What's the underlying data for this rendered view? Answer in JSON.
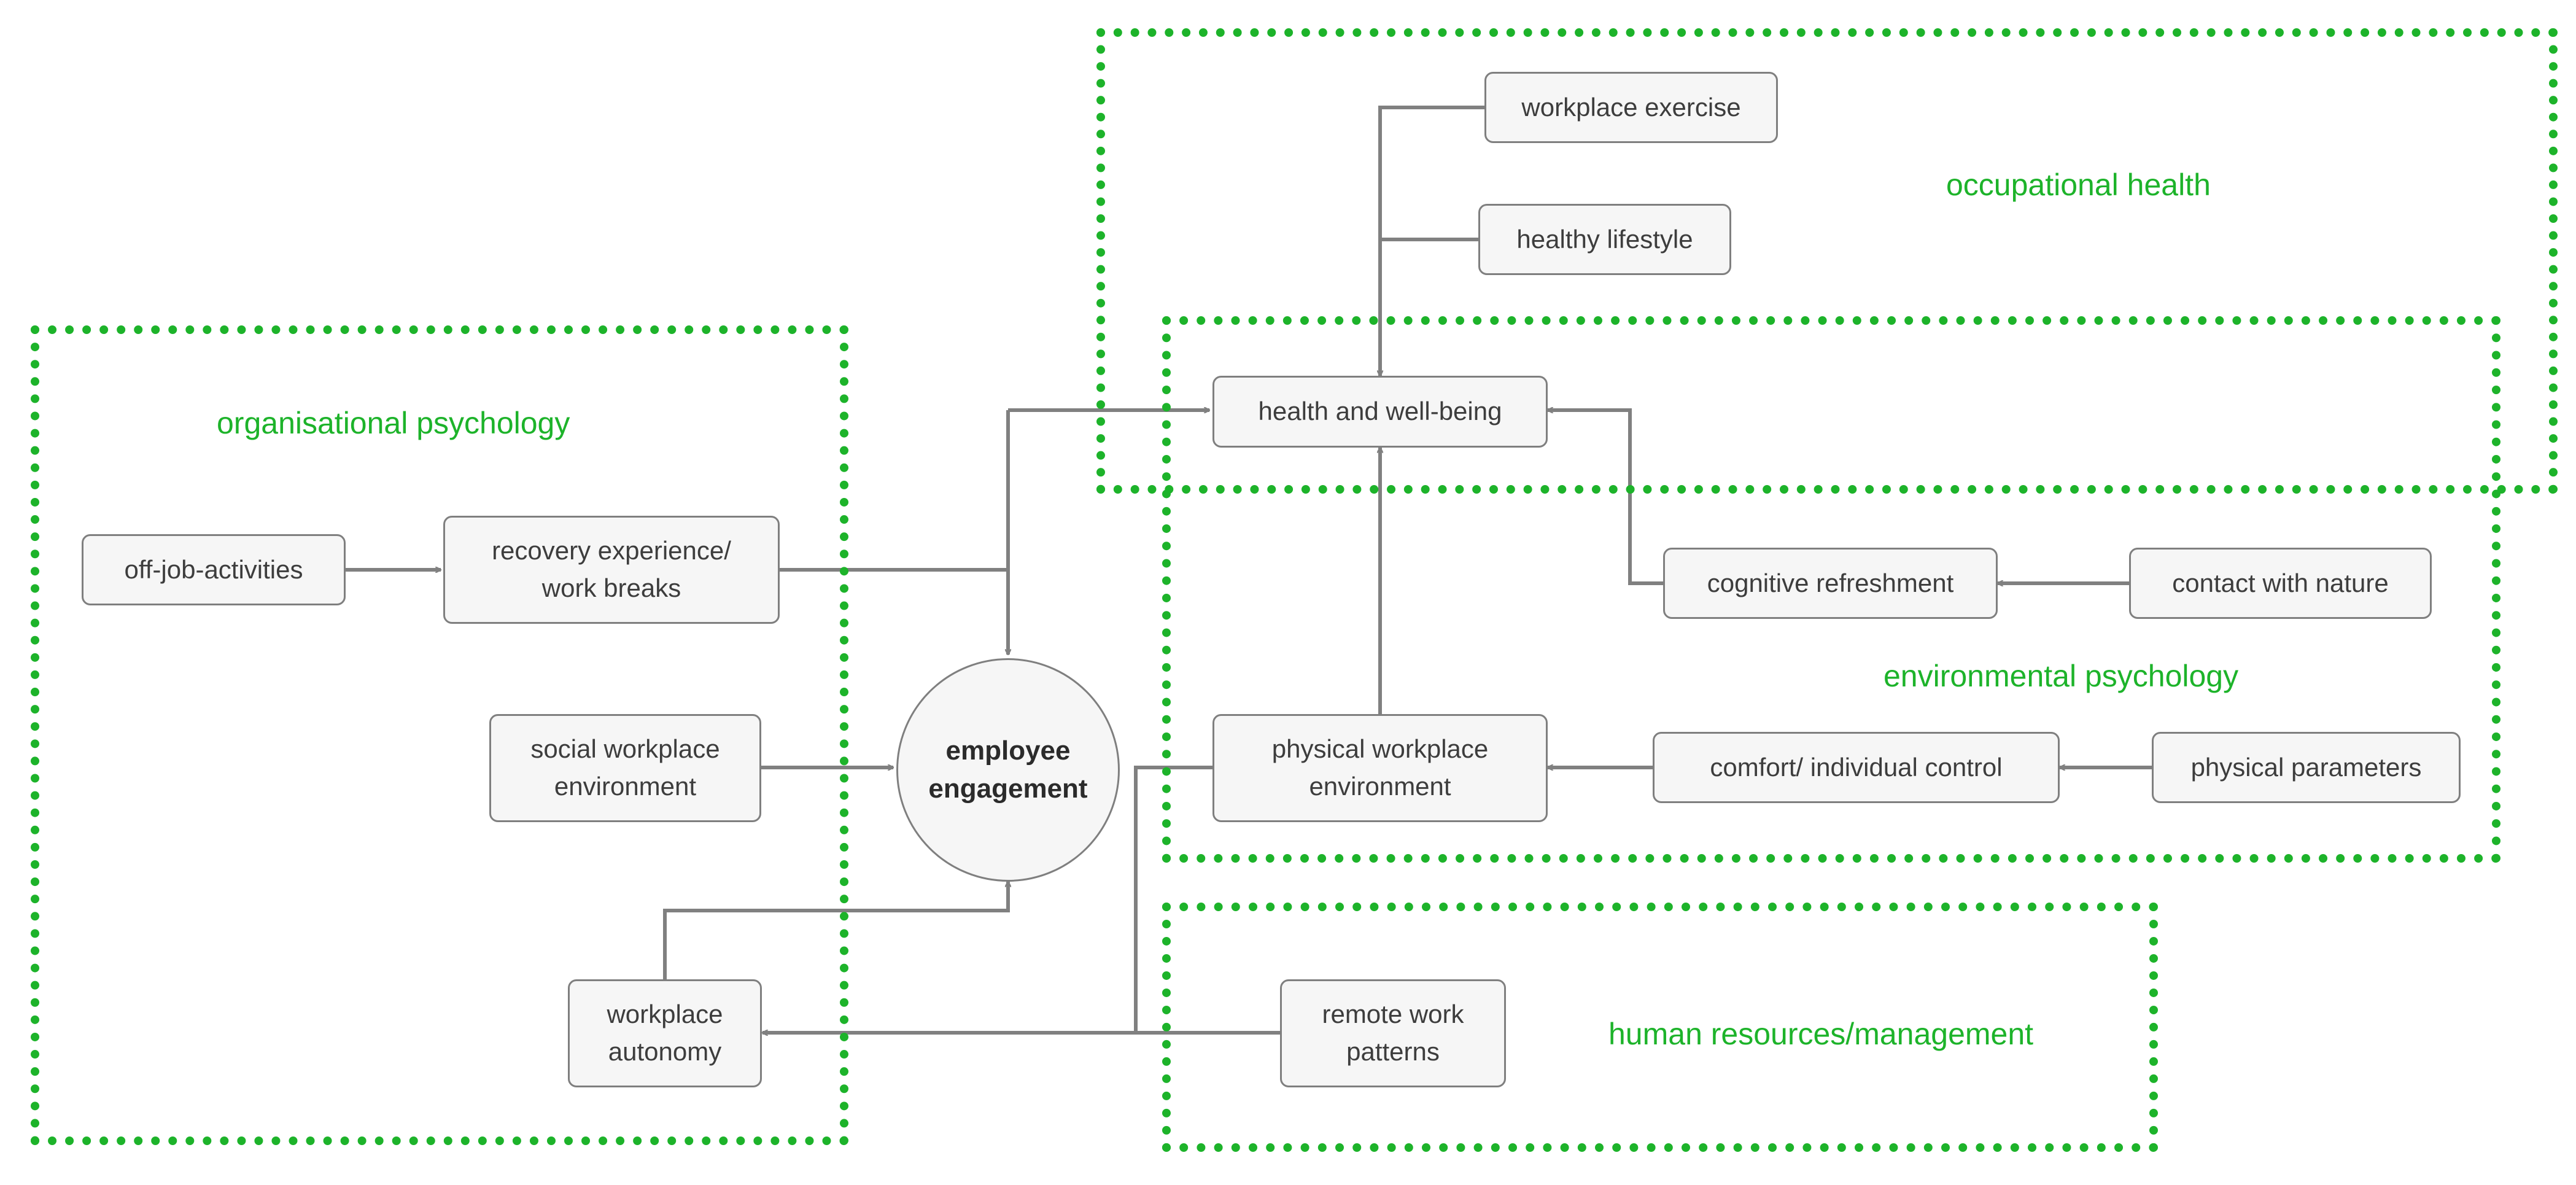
{
  "colors": {
    "zone_border": "#1db32a",
    "zone_label": "#1db32a",
    "connector": "#808080",
    "node_fill": "#f6f6f6",
    "node_border": "#7f7f7f",
    "text": "#3d3d3d"
  },
  "zones": {
    "organisational_psychology": "organisational psychology",
    "occupational_health": "occupational health",
    "environmental_psychology": "environmental psychology",
    "human_resources": "human resources/management"
  },
  "nodes": {
    "workplace_exercise": "workplace exercise",
    "healthy_lifestyle": "healthy lifestyle",
    "health_wellbeing": "health and well-being",
    "off_job_activities": "off-job-activities",
    "recovery_experience": "recovery experience/\nwork breaks",
    "social_environment": "social workplace\nenvironment",
    "employee_engagement": "employee\nengagement",
    "workplace_autonomy": "workplace\nautonomy",
    "cognitive_refreshment": "cognitive refreshment",
    "contact_with_nature": "contact with nature",
    "physical_environment": "physical workplace\nenvironment",
    "comfort_control": "comfort/ individual control",
    "physical_parameters": "physical parameters",
    "remote_work": "remote work\npatterns"
  }
}
